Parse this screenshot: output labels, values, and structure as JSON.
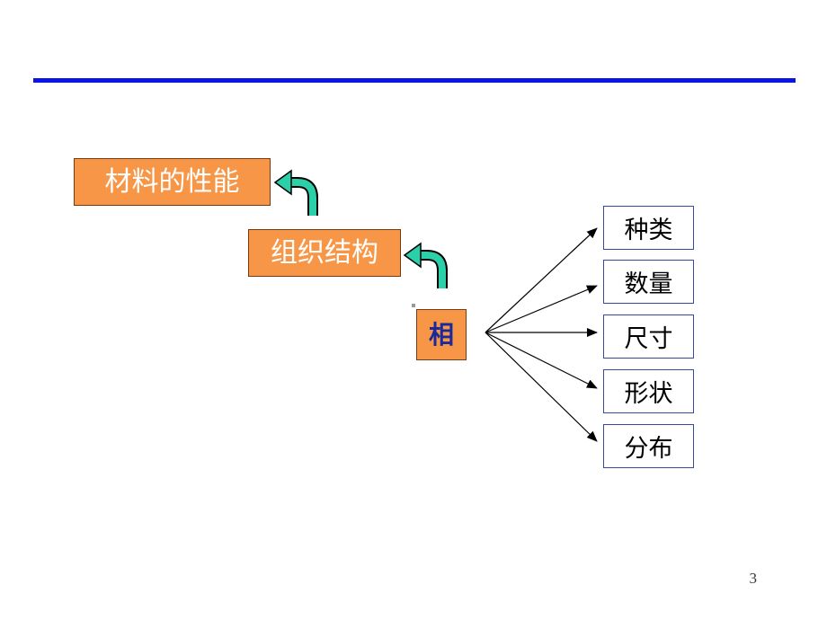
{
  "slide": {
    "top_box": "材料的性能",
    "middle_box": "组织结构",
    "phase_box": "相",
    "attributes": [
      "种类",
      "数量",
      "尺寸",
      "形状",
      "分布"
    ],
    "page_number": "3"
  },
  "colors": {
    "rule": "#0a14e6",
    "orange_box": "#f79646",
    "arrow_teal": "#2bd0a8"
  }
}
